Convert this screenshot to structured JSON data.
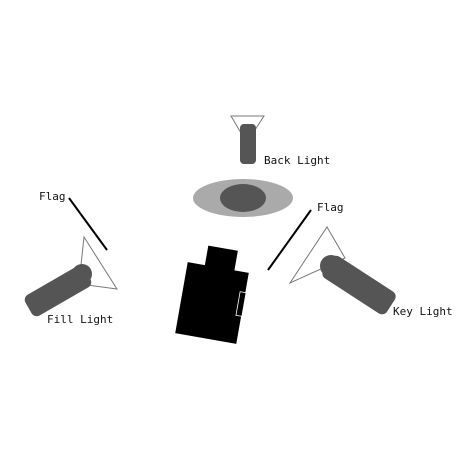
{
  "labels": {
    "back_light": "Back Light",
    "flag_left": "Flag",
    "flag_right": "Flag",
    "fill_light": "Fill Light",
    "key_light": "Key Light"
  },
  "colors": {
    "light_body": "#555555",
    "spill_outer": "#aaaaaa",
    "spill_inner": "#555555",
    "camera": "#000000",
    "flag": "#000000",
    "beam_outline": "#777777"
  }
}
